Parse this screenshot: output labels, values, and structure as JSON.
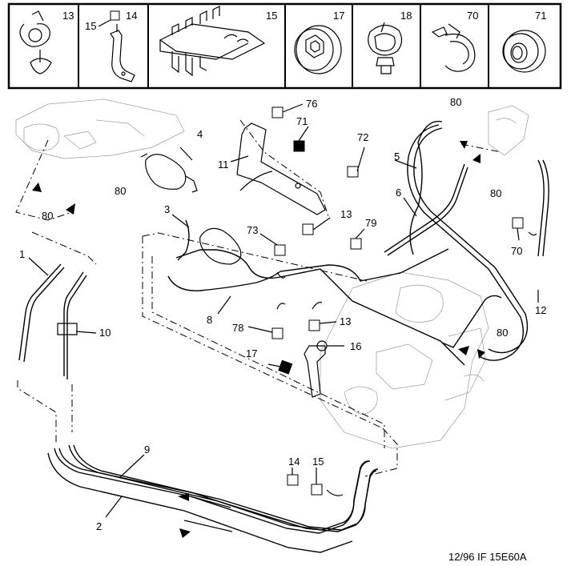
{
  "header_parts": [
    {
      "ref": "13",
      "extra": ""
    },
    {
      "ref": "14",
      "extra": "15"
    },
    {
      "ref": "15",
      "extra": ""
    },
    {
      "ref": "17",
      "extra": ""
    },
    {
      "ref": "18",
      "extra": ""
    },
    {
      "ref": "70",
      "extra": ""
    },
    {
      "ref": "71",
      "extra": ""
    }
  ],
  "callouts": {
    "c76": "76",
    "c71": "71",
    "c4": "4",
    "c11": "11",
    "c72": "72",
    "c80a": "80",
    "c5": "5",
    "c80b": "80",
    "c80c": "80",
    "c80d": "80",
    "c6": "6",
    "c3": "3",
    "c13a": "13",
    "c73": "73",
    "c79": "79",
    "c70": "70",
    "c1": "1",
    "c10": "10",
    "c8": "8",
    "c78": "78",
    "c13b": "13",
    "c16": "16",
    "c17": "17",
    "c80e": "80",
    "c12": "12",
    "c9": "9",
    "c14": "14",
    "c15": "15",
    "c2": "2"
  },
  "footer": {
    "ref": "12/96 IF 15E60A"
  }
}
